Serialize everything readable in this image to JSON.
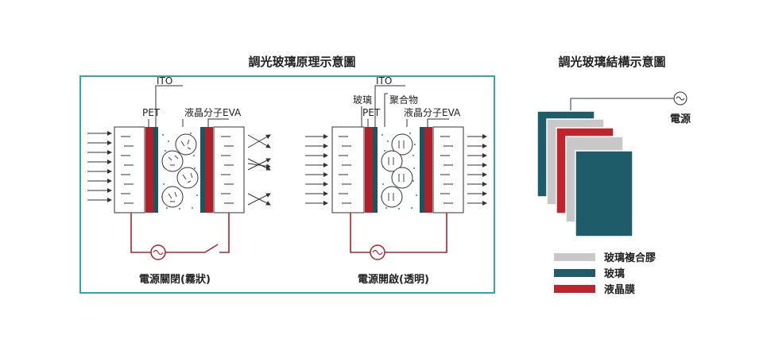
{
  "principle": {
    "title": "調光玻璃原理示意圖",
    "off_panel": {
      "labels": {
        "ito": "ITO",
        "pet": "PET",
        "lc_eva": "液晶分子EVA"
      },
      "caption": "電源關閉(霧狀)"
    },
    "on_panel": {
      "labels": {
        "ito": "ITO",
        "glass": "玻璃",
        "pet": "PET",
        "polymer": "聚合物",
        "lc_eva": "液晶分子EVA"
      },
      "caption": "電源開啟(透明)"
    }
  },
  "structure": {
    "title": "調光玻璃結構示意圖",
    "power_label": "電源",
    "legend": [
      {
        "label": "玻璃複合膠",
        "color": "#c8c8c8"
      },
      {
        "label": "玻璃",
        "color": "#1d5c68"
      },
      {
        "label": "液晶膜",
        "color": "#c0232c"
      }
    ]
  },
  "colors": {
    "frame": "#2fa8a6",
    "pet": "#b0202a",
    "ito": "#1a5560",
    "glass_layer": "#1d5c68",
    "interlayer": "#c8c8c8",
    "lc_film": "#c0232c",
    "dots": "#38a7a9"
  }
}
